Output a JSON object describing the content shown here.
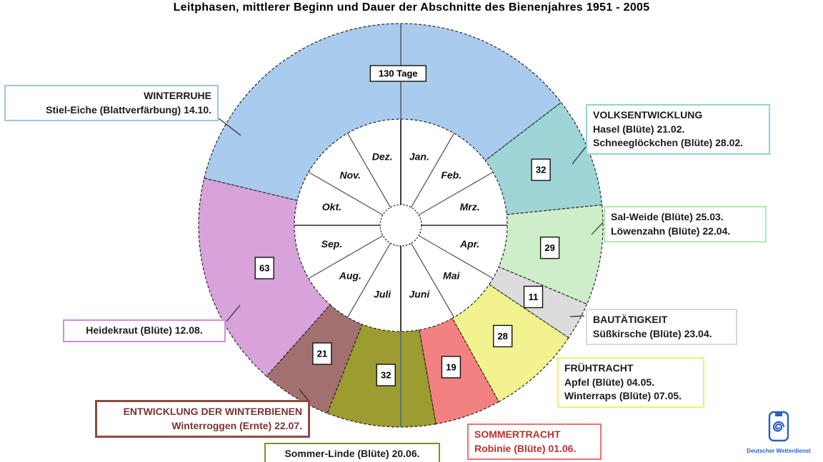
{
  "title": "Leitphasen, mittlerer Beginn und Dauer der Abschnitte des Bienenjahres 1951 - 2005",
  "logo": {
    "caption": "Deutscher Wetterdienst",
    "color": "#2b5fc7"
  },
  "chart_data": {
    "type": "pie",
    "subtype": "annular_phenological_clock",
    "title": "Leitphasen, mittlerer Beginn und Dauer der Abschnitte des Bienenjahres 1951 - 2005",
    "unit": "Tage",
    "total_days": 365,
    "months": [
      "Jan.",
      "Feb.",
      "Mrz.",
      "Apr.",
      "Mai",
      "Juni",
      "Juli",
      "Aug.",
      "Sep.",
      "Okt.",
      "Nov.",
      "Dez."
    ],
    "segments": [
      {
        "id": "winterruhe",
        "phase": "WINTERRUHE",
        "days": 130,
        "duration_label": "130 Tage",
        "indicator": "Stiel-Eiche (Blattverfärbung)",
        "begin": "14.10.",
        "color": "#a9cbee",
        "start_angle": 283.5,
        "end_angle": 412.5,
        "label_angle": 359,
        "label_radius": 213
      },
      {
        "id": "volksentwicklung",
        "phase": "VOLKSENTWICKLUNG",
        "days": 32,
        "duration_label": "32",
        "indicator": "Hasel (Blüte)",
        "begin": "21.02.",
        "color": "#9fd5d6",
        "start_angle": 52.5,
        "end_angle": 84.2
      },
      {
        "id": "salweide",
        "phase": "",
        "days": 29,
        "duration_label": "29",
        "indicator": "Sal-Weide (Blüte)",
        "begin": "25.03.",
        "color": "#cdeec8",
        "start_angle": 84.2,
        "end_angle": 113
      },
      {
        "id": "bautaetigkeit",
        "phase": "BAUTÄTIGKEIT",
        "days": 11,
        "duration_label": "11",
        "indicator": "Süßkirsche (Blüte)",
        "begin": "23.04.",
        "color": "#dcdcdc",
        "start_angle": 113,
        "end_angle": 123.9
      },
      {
        "id": "fruehtracht",
        "phase": "FRÜHTRACHT",
        "days": 28,
        "duration_label": "28",
        "indicator": "Apfel (Blüte)",
        "begin": "04.05.",
        "color": "#f2f28e",
        "start_angle": 123.9,
        "end_angle": 151
      },
      {
        "id": "sommertracht",
        "phase": "SOMMERTRACHT",
        "days": 19,
        "duration_label": "19",
        "indicator": "Robinie (Blüte)",
        "begin": "01.06.",
        "color": "#f28282",
        "start_angle": 151,
        "end_angle": 170
      },
      {
        "id": "sommerlinde",
        "phase": "",
        "days": 32,
        "duration_label": "32",
        "indicator": "Sommer-Linde (Blüte)",
        "begin": "20.06.",
        "color": "#9c9c30",
        "start_angle": 170,
        "end_angle": 201.3
      },
      {
        "id": "winterbienen",
        "phase": "ENTWICKLUNG DER WINTERBIENEN",
        "days": 21,
        "duration_label": "21",
        "indicator": "Winterroggen (Ernte)",
        "begin": "22.07.",
        "color": "#a37070",
        "start_angle": 201.3,
        "end_angle": 221.6
      },
      {
        "id": "heidekraut",
        "phase": "",
        "days": 63,
        "duration_label": "63",
        "indicator": "Heidekraut (Blüte)",
        "begin": "12.08.",
        "color": "#d7a3da",
        "start_angle": 221.6,
        "end_angle": 283.5,
        "label_radius": 200
      }
    ],
    "legend_position": "callout-boxes-around-ring",
    "grid": false
  },
  "callouts": {
    "winterruhe": {
      "border": "#9cc6e8",
      "line1": "WINTERRUHE",
      "line2": "Stiel-Eiche (Blattverfärbung) 14.10."
    },
    "volksentwicklung": {
      "border": "#8cd6d6",
      "line1": "VOLKSENTWICKLUNG",
      "line2": "Hasel (Blüte) 21.02.",
      "line3": "Schneeglöckchen (Blüte) 28.02."
    },
    "salweide": {
      "border": "#b2eab2",
      "line1": "Sal-Weide (Blüte) 25.03.",
      "line2": "Löwenzahn (Blüte) 22.04."
    },
    "bautaetigkeit": {
      "border": "#d9d9d9",
      "line1": "BAUTÄTIGKEIT",
      "line2": "Süßkirsche (Blüte) 23.04."
    },
    "fruehtracht": {
      "border": "#f0ef6d",
      "line1": "FRÜHTRACHT",
      "line2": "Apfel (Blüte) 04.05.",
      "line3": "Winterraps (Blüte) 07.05."
    },
    "sommertracht": {
      "border": "#f17070",
      "text_color": "#c03030",
      "line1": "SOMMERTRACHT",
      "line2": "Robinie (Blüte) 01.06."
    },
    "sommerlinde": {
      "border": "#8b8b1f",
      "line1": "Sommer-Linde (Blüte) 20.06."
    },
    "winterbienen": {
      "border": "#8e4a42",
      "text_color": "#7a3330",
      "line1": "ENTWICKLUNG DER WINTERBIENEN",
      "line2": "Winterroggen (Ernte) 22.07."
    },
    "heidekraut": {
      "border": "#cd8fd2",
      "line1": "Heidekraut (Blüte) 12.08."
    }
  }
}
